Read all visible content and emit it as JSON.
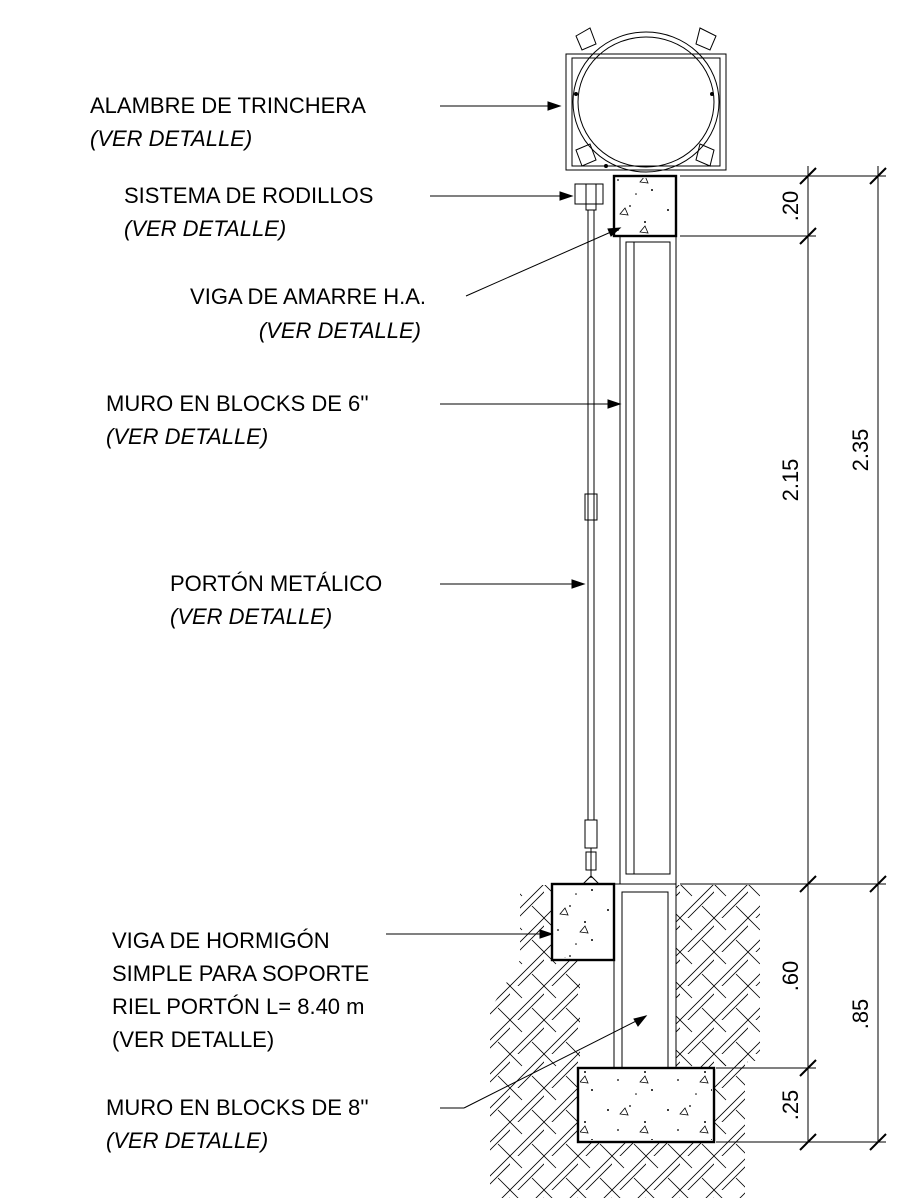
{
  "labels": {
    "alambre": {
      "title": "ALAMBRE DE TRINCHERA",
      "note": "(VER DETALLE)"
    },
    "rodillos": {
      "title": "SISTEMA DE RODILLOS",
      "note": "(VER DETALLE)"
    },
    "viga_amarre": {
      "title": "VIGA DE AMARRE H.A.",
      "note": "(VER DETALLE)"
    },
    "muro6": {
      "title": "MURO EN BLOCKS DE 6''",
      "note": "(VER DETALLE)"
    },
    "porton": {
      "title": "PORTÓN METÁLICO",
      "note": "(VER DETALLE)"
    },
    "viga_hormigon": {
      "line1": "VIGA DE HORMIGÓN",
      "line2": "SIMPLE PARA SOPORTE",
      "line3": "RIEL PORTÓN L= 8.40 m",
      "line4": "(VER DETALLE)"
    },
    "muro8": {
      "title": "MURO EN BLOCKS DE 8''",
      "note": "(VER DETALLE)"
    }
  },
  "dimensions": {
    "inner": [
      ".20",
      "2.15",
      ".60",
      ".25"
    ],
    "outer": [
      "2.35",
      ".85"
    ]
  }
}
